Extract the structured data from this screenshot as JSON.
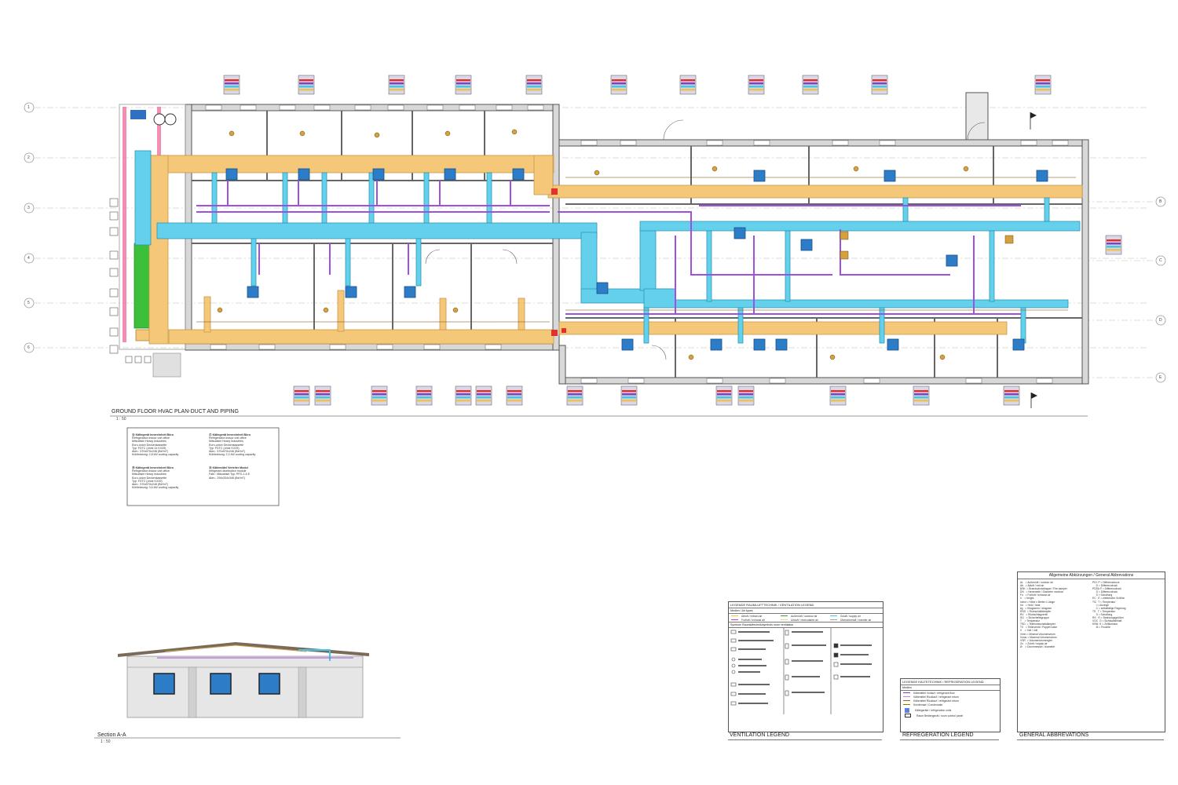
{
  "plan": {
    "title": "GROUND FLOOR HVAC PLAN-DUCT AND PIPING",
    "scale": "1 : 50",
    "grid_rows_left": [
      "1",
      "2",
      "3",
      "4",
      "5",
      "6"
    ],
    "grid_rows_right": [
      "B",
      "C",
      "D",
      "E"
    ]
  },
  "equipment_notes": {
    "a_title": "Kältegerät Innereinheit Büro",
    "a_lines": [
      "Refrigeration indoor unit office",
      "Mitsubishi Heavy Industries",
      "Euro-union Deckenkassette",
      "Typ: FDTC (ohne 2x KX25)",
      "Abm.: 570x570x246 (BxHxT)",
      "Kühlleistung: 2,8 kW cooling capacity"
    ],
    "b_title": "Kältegerät Innereinheit Büro",
    "b_lines": [
      "Refrigeration indoor unit office",
      "Mitsubishi Heavy Industries",
      "Euro-union Deckenkassette",
      "Typ: FDTC (ohne KX25)",
      "Abm.: 570x570x246 (BxHxT)",
      "Kühlleistung: 3,6 kW cooling capacity"
    ],
    "c_title": "Kältegerät Innereinheit Büro",
    "c_lines": [
      "Refrigeration indoor unit office",
      "Mitsubishi Heavy Industries",
      "Euro-union Deckenkassette",
      "Typ: FDTC (ohne KX25)",
      "Abm.: 570x570x246 (BxHxT)",
      "Kühlleistung: 2,2 kW cooling capacity"
    ],
    "d_title": "Kältemittel Verteiler Modul",
    "d_lines": [
      "refrigerant distribution module",
      "Fabr.: Mitsubishi Typ: PFD-1-4-E",
      "Abm.: 294x334x346 (BxHxT)"
    ]
  },
  "section": {
    "title": "Section A-A",
    "scale": "1 : 50"
  },
  "ventilation_legend": {
    "footer": "VENTILATION LEGEND",
    "header": "LEGENDE RAUMLUFTTECHNIK / VENTILATION LEGEND",
    "media_label": "Medien / Air types",
    "rows": [
      {
        "label": "Abluft / extract air",
        "color": "#f0c050"
      },
      {
        "label": "Zuluft / supply air",
        "color": "#40c8e8"
      },
      {
        "label": "Umluft / recirculated air",
        "color": "#e8d080"
      },
      {
        "label": "Außenluft / outdoor air",
        "color": "#40a040"
      },
      {
        "label": "Fortluft / exhaust air",
        "color": "#c040c0"
      },
      {
        "label": "Überströmluft / transfer air",
        "color": "#a0a0a0"
      }
    ],
    "symbols_label": "Symbole Raumluftechnik/symbols room ventilation"
  },
  "refrigeration_legend": {
    "footer": "REFREGERATION LEGEND",
    "header": "LEGENDE KÄLTETECHNIK / REFRIGERATION LEGEND",
    "media_label": "Medien",
    "rows": [
      {
        "label": "Kältemittel Vorlauf / refrigerant flow",
        "color": "#8040c0"
      },
      {
        "label": "Kältemittel Rücklauf / refrigerant return",
        "color": "#c080e0"
      },
      {
        "label": "Kältemittel Rücklauf / refrigerant return",
        "color": "#a06030"
      },
      {
        "label": "Kondensat / Condensate",
        "color": "#808000"
      },
      {
        "label": "Kältegeräte / refrigeration units",
        "color": "#4060c0"
      },
      {
        "label": "Raum Bediengerät / room control panel",
        "color": "#6080e0"
      }
    ]
  },
  "abbreviations": {
    "footer": "GENERAL ABBREVATIONS",
    "header": "Allgemeine Abkürzungen / General Abbrevations",
    "col1": "AL   = Außenluft / outdoor air\nAb   = Abluft / exit air\nBSK  = Brandschutzklappe / Fire damper\nDN   = Nennweite / Diameter nominal\nFo   = Fortluft / exhaust air\nh    = height\nhxbxl = Höhe x Breite x Länge\nHz   = Heiz / heat\nkg   = Kilogramm / kilogram\nRSD  = Rohrschalldämpfer\nRV   = Rückschlagventil\nSG   = Sicherheitsgruppe\nT    = Temperatur\nTSD  = Telefonieschalldämpfer\nTV   = Tellerventil / Poppet valve\nV    = Volt / volt\nVmin = Minimal Volumenstrom\nVmax = Maximal Volumenstrom\nVSR  = Volumenstromregler\nZu   = Zuluft / supply air\nØ    = Durchmesser / diameter",
    "col2": "PDI  P = Differenzdruck\n     D = Differenzdruck\nPDSA P = Differenzdruck\n     D = Differenzdruck\n     S = Schaltung\nEC   E = elektrische Größen\nTIC  T = Temperatur\n     I = Anzeige\n     C = selbsttätige Regelung\nTS   T = Temperatur\n     S = Schaltung\nRS   R = Strahlungsgrößen\nVOC  O = Sichtwahlinhalt\nKRM  K = Zeitfunktion\n     M = Feuchte"
  }
}
